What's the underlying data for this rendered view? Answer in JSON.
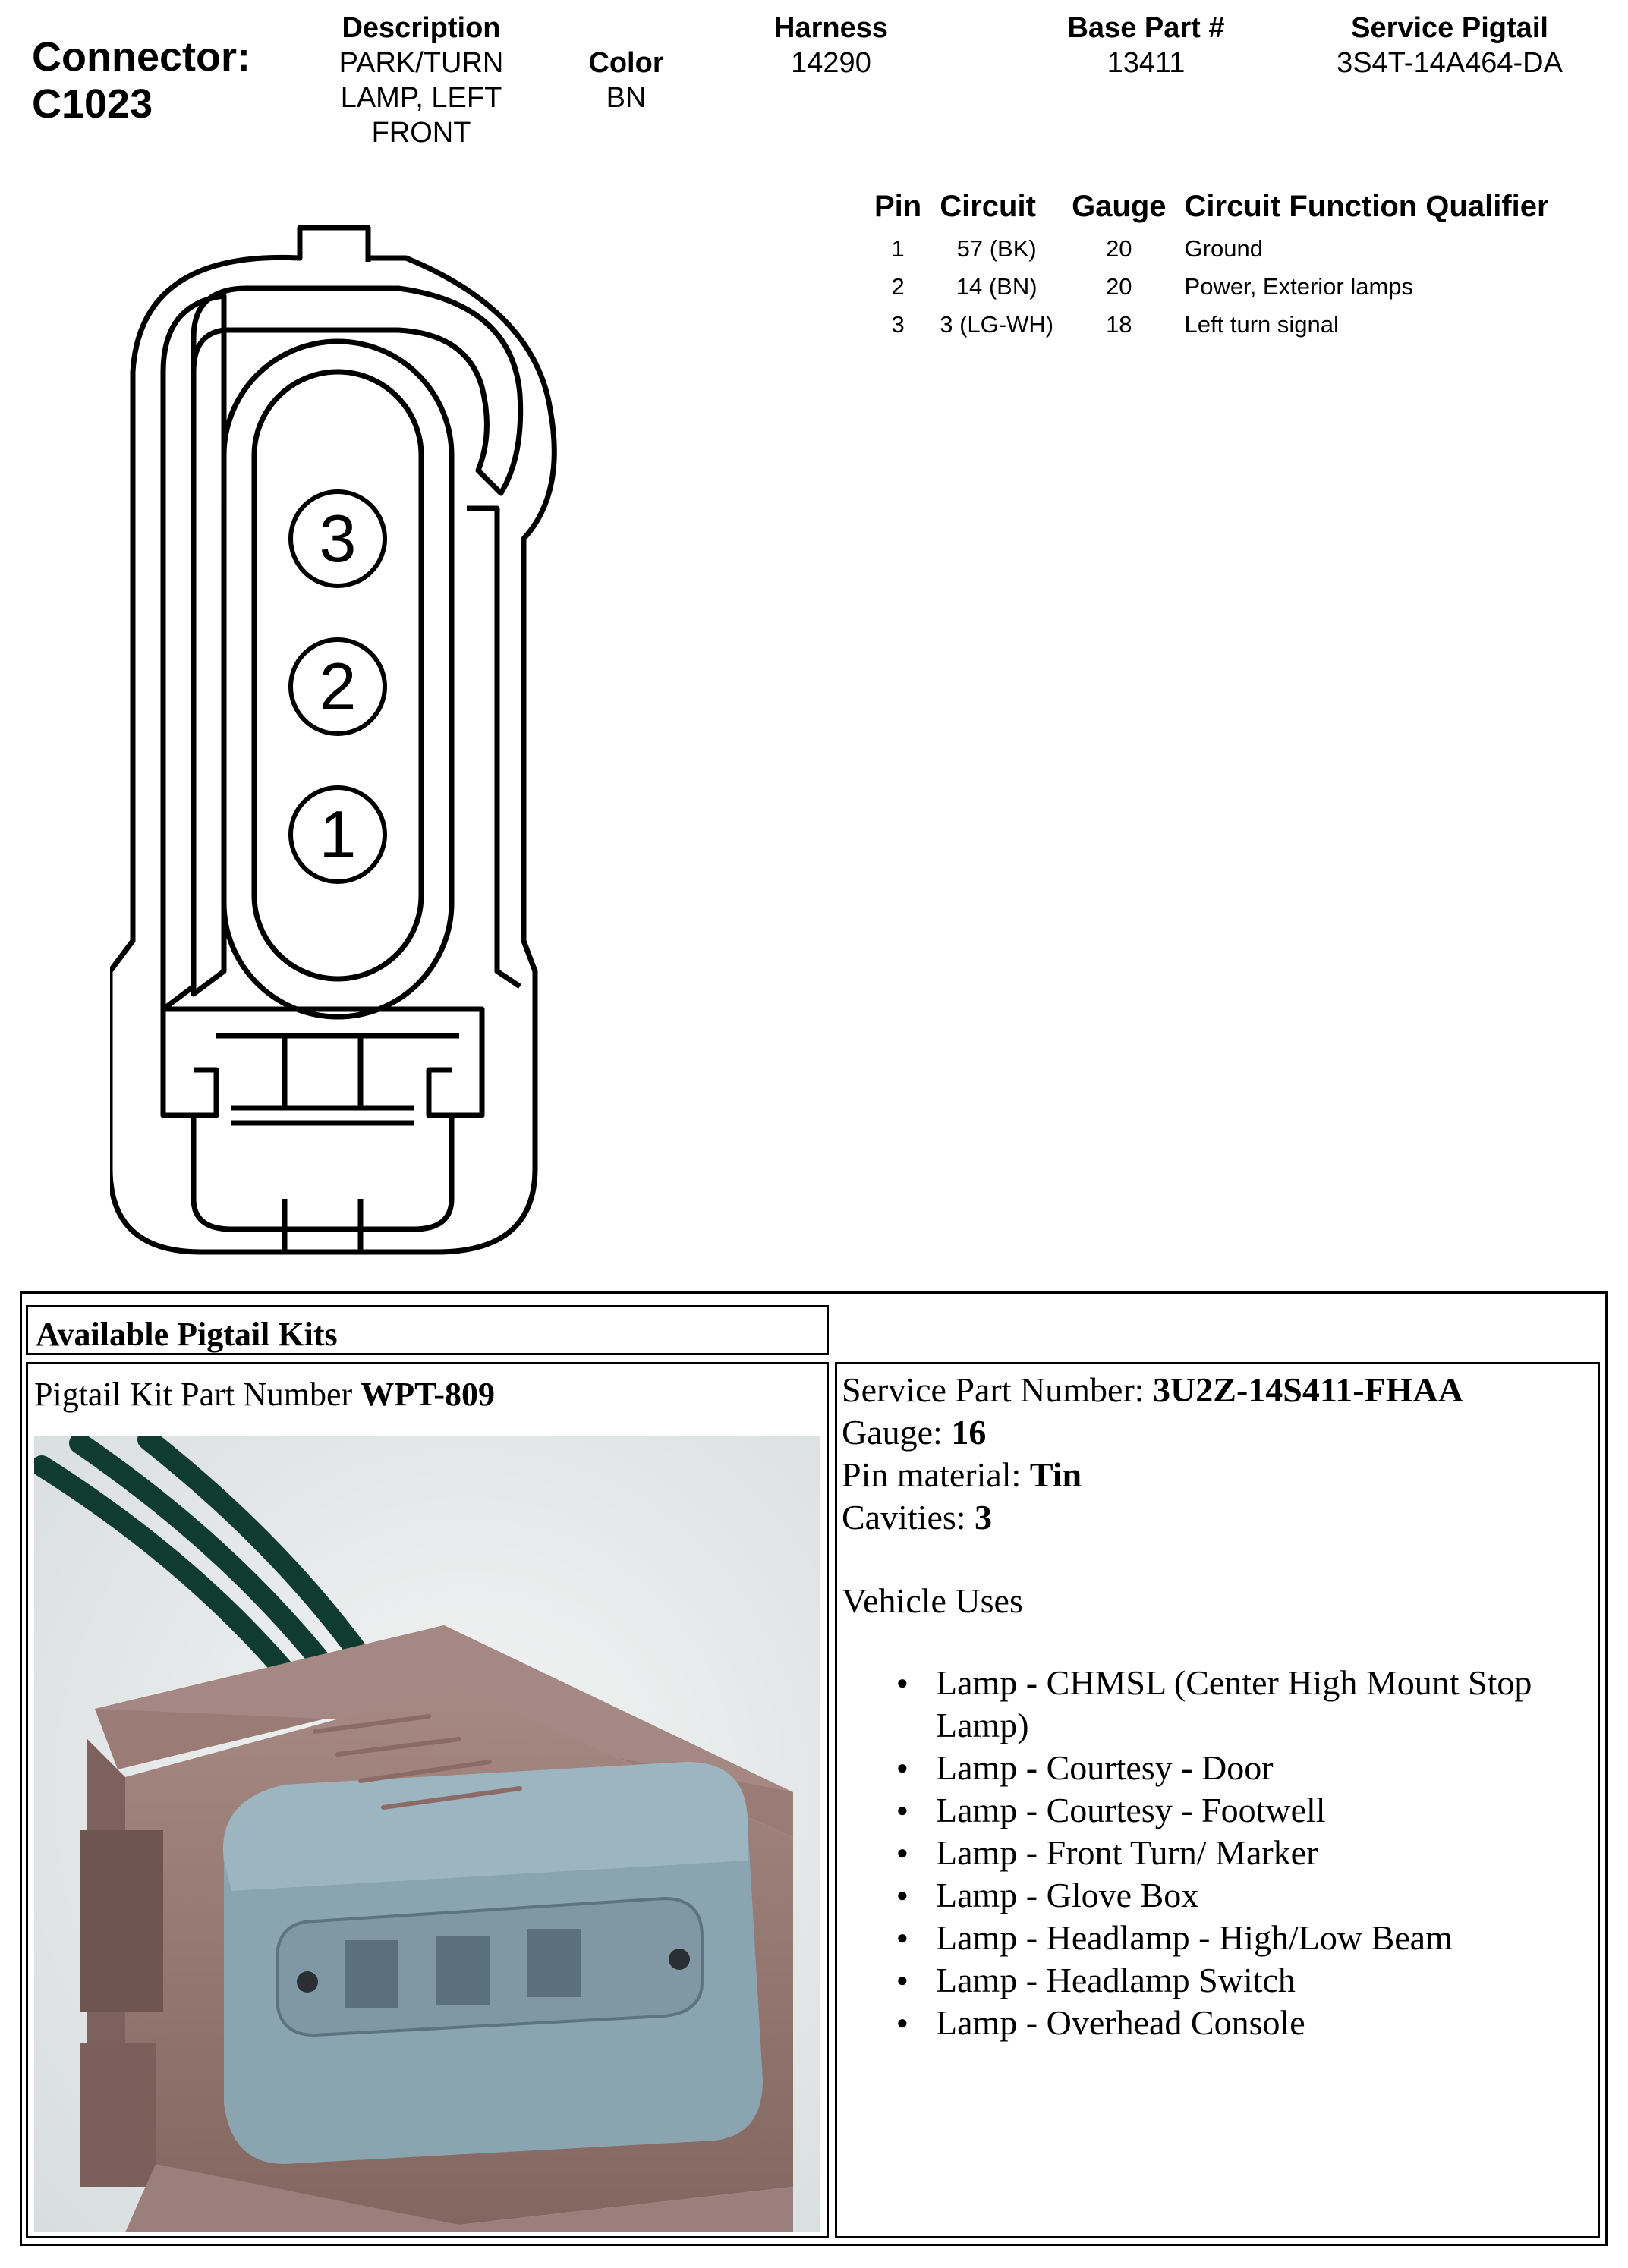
{
  "connector": {
    "label": "Connector:",
    "id": "C1023"
  },
  "header": {
    "description": {
      "label": "Description",
      "lines": [
        "PARK/TURN",
        "LAMP, LEFT",
        "FRONT"
      ]
    },
    "color": {
      "label": "Color",
      "value": "BN"
    },
    "harness": {
      "label": "Harness",
      "value": "14290"
    },
    "base_part": {
      "label": "Base Part #",
      "value": "13411"
    },
    "service_pigtail": {
      "label": "Service Pigtail",
      "value": "3S4T-14A464-DA"
    }
  },
  "pin_table": {
    "columns": [
      "Pin",
      "Circuit",
      "Gauge",
      "Circuit Function Qualifier"
    ],
    "rows": [
      [
        "1",
        "57 (BK)",
        "20",
        "Ground"
      ],
      [
        "2",
        "14 (BN)",
        "20",
        "Power, Exterior lamps"
      ],
      [
        "3",
        "3 (LG-WH)",
        "18",
        "Left turn signal"
      ]
    ]
  },
  "diagram": {
    "pin_labels": [
      "3",
      "2",
      "1"
    ]
  },
  "kits": {
    "header": "Available Pigtail Kits",
    "kit_label": "Pigtail Kit Part Number ",
    "kit_number": "WPT-809",
    "specs": [
      {
        "label": "Service Part Number: ",
        "value": "3U2Z-14S411-FHAA"
      },
      {
        "label": "Gauge: ",
        "value": "16"
      },
      {
        "label": "Pin material: ",
        "value": "Tin"
      },
      {
        "label": "Cavities: ",
        "value": "3"
      }
    ],
    "uses_title": "Vehicle Uses",
    "uses": [
      "Lamp - CHMSL (Center High Mount Stop Lamp)",
      "Lamp - Courtesy - Door",
      "Lamp - Courtesy - Footwell",
      "Lamp - Front Turn/ Marker",
      "Lamp - Glove Box",
      "Lamp - Headlamp - High/Low Beam",
      "Lamp - Headlamp Switch",
      "Lamp - Overhead Console"
    ]
  },
  "colors": {
    "housing": "#9c7c76",
    "insert": "#8aa4b0",
    "wire": "#0f3b30"
  }
}
